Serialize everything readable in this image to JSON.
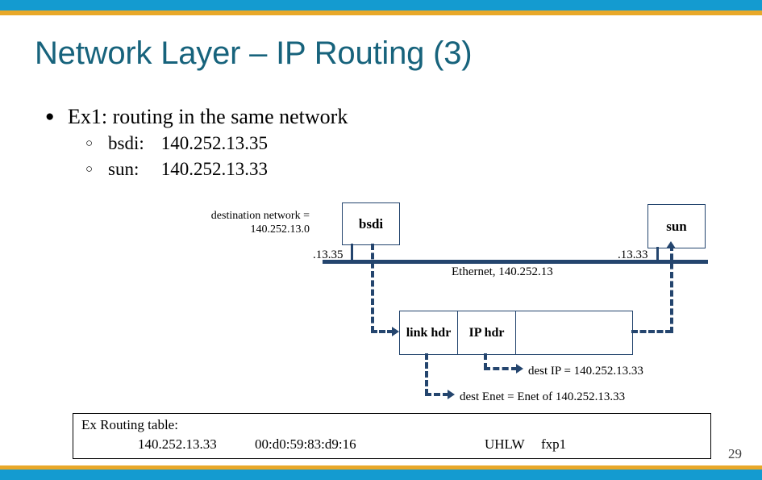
{
  "slide": {
    "title": "Network Layer – IP Routing (3)",
    "page_number": "29",
    "accent_blue": "#149BD0",
    "accent_orange": "#E8A829",
    "title_color": "#17637C",
    "diagram_navy": "#24456E"
  },
  "bullets": {
    "level1": {
      "glyph": "●",
      "text": "Ex1: routing in the same network"
    },
    "level2": [
      {
        "glyph": "○",
        "host": "bsdi:",
        "address": "140.252.13.35"
      },
      {
        "glyph": "○",
        "host": "sun:",
        "address": "140.252.13.33"
      }
    ]
  },
  "diagram": {
    "nodes": [
      {
        "id": "bsdi",
        "label": "bsdi",
        "iface": ".13.35"
      },
      {
        "id": "sun",
        "label": "sun",
        "iface": ".13.33"
      }
    ],
    "bus_label": "Ethernet, 140.252.13",
    "dest_network_note_line1": "destination network =",
    "dest_network_note_line2": "140.252.13.0",
    "packet_cells": [
      {
        "id": "link-hdr",
        "label": "link hdr"
      },
      {
        "id": "ip-hdr",
        "label": "IP hdr"
      },
      {
        "id": "payload",
        "label": ""
      }
    ],
    "annotations": [
      {
        "id": "dest-ip",
        "text": "dest IP = 140.252.13.33"
      },
      {
        "id": "dest-enet",
        "text": "dest Enet = Enet of 140.252.13.33"
      }
    ]
  },
  "routing_table": {
    "title": "Ex Routing table:",
    "row": {
      "destination": "140.252.13.33",
      "gateway": "00:d0:59:83:d9:16",
      "flags": "UHLW",
      "interface": "fxp1"
    }
  }
}
